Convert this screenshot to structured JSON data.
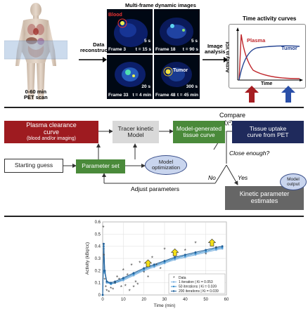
{
  "top": {
    "scan_label": "0-60 min\nPET scan",
    "reconstruction_label": "Data\nreconstruction",
    "multiframe_title": "Multi-frame dynamic images",
    "frames": [
      {
        "label": "Frame 3",
        "time": "t = 15 s",
        "duration": "5 s",
        "tag": "Blood"
      },
      {
        "label": "Frame 18",
        "time": "t = 90 s",
        "duration": "5 s",
        "tag": ""
      },
      {
        "label": "Frame 33",
        "time": "t = 4 min",
        "duration": "20 s",
        "tag": ""
      },
      {
        "label": "Frame 48",
        "time": "t = 45 min",
        "duration": "300 s",
        "tag": "Tumor"
      }
    ],
    "analysis_label": "Image\nanalysis",
    "tac_title": "Time activity curves",
    "tac_ylabel": "Activity in VOI",
    "tac_xlabel": "Time",
    "plasma_label": "Plasma",
    "tumor_label": "Tumor",
    "colors": {
      "plasma": "#c0282d",
      "tumor": "#1f3f8f",
      "panel_bg": "#000814"
    }
  },
  "middle": {
    "plasma_box": "Plasma clearance\ncurve",
    "plasma_sub": "(blood and/or imaging)",
    "tracer_box": "Tracer kinetic\nModel",
    "model_curve_box": "Model-generated\ntissue curve",
    "compare_label": "Compare",
    "compare_sub": "(χ²)",
    "tissue_box": "Tissue uptake\ncurve from PET",
    "starting_guess": "Starting guess",
    "parameter_set": "Parameter set",
    "model_opt": "Model\noptimization",
    "close_enough": "Close enough?",
    "no_label": "No",
    "yes_label": "Yes",
    "adjust_label": "Adjust parameters",
    "model_output": "Model\noutput",
    "kinetic_box": "Kinetic parameter\nestimates",
    "colors": {
      "red": "#9e1b20",
      "gray": "#d9d9d9",
      "green": "#4a8a3a",
      "navy": "#1f2a5c",
      "dark_gray": "#666666"
    }
  },
  "chart_data": {
    "type": "scatter",
    "xlabel": "Time (min)",
    "ylabel": "Activity (kBq/cc)",
    "xlim": [
      0,
      60
    ],
    "ylim": [
      0,
      0.6
    ],
    "xticks": [
      "0",
      "10",
      "20",
      "30",
      "40",
      "50",
      "60"
    ],
    "yticks": [
      "0",
      "0.1",
      "0.2",
      "0.3",
      "0.4",
      "0.5",
      "0.6"
    ],
    "grid": true,
    "legend_position": "bottom-right",
    "data_points": {
      "name": "Data",
      "x": [
        0.3,
        0.6,
        1.0,
        1.5,
        2.0,
        3,
        4,
        5,
        6,
        7,
        8,
        9,
        10,
        11,
        12,
        13,
        14,
        15,
        16,
        17,
        18,
        20,
        22,
        24,
        26,
        28,
        30,
        35,
        40,
        45,
        50,
        55
      ],
      "y": [
        0.55,
        0.32,
        0.12,
        0.06,
        0.03,
        0.02,
        0.05,
        0.04,
        0.09,
        0.14,
        0.12,
        0.06,
        0.2,
        0.07,
        0.16,
        0.03,
        0.24,
        0.06,
        0.1,
        0.08,
        0.26,
        0.18,
        0.14,
        0.3,
        0.24,
        0.21,
        0.37,
        0.33,
        0.36,
        0.42,
        0.33,
        0.38
      ]
    },
    "series": [
      {
        "name": "1 iteration | Ki = 0.053",
        "x": [
          0,
          0.5,
          1,
          2,
          4,
          6,
          10,
          15,
          20,
          25,
          30,
          35,
          40,
          45,
          50,
          55,
          58
        ],
        "y": [
          0,
          0.38,
          0.18,
          0.1,
          0.09,
          0.1,
          0.12,
          0.16,
          0.2,
          0.23,
          0.26,
          0.29,
          0.31,
          0.33,
          0.35,
          0.37,
          0.38
        ],
        "color": "#7fb3e0"
      },
      {
        "name": "50 iterations | Ki = 0.039",
        "x": [
          0,
          0.5,
          1,
          2,
          4,
          6,
          10,
          15,
          20,
          25,
          30,
          35,
          40,
          45,
          50,
          55,
          58
        ],
        "y": [
          0,
          0.4,
          0.19,
          0.11,
          0.09,
          0.1,
          0.13,
          0.17,
          0.21,
          0.24,
          0.27,
          0.3,
          0.32,
          0.34,
          0.36,
          0.38,
          0.39
        ],
        "color": "#3b8fcc"
      },
      {
        "name": "200 iterations | Ki = 0.039",
        "x": [
          0,
          0.5,
          1,
          2,
          4,
          6,
          10,
          15,
          20,
          25,
          30,
          35,
          40,
          45,
          50,
          55,
          58
        ],
        "y": [
          0,
          0.42,
          0.2,
          0.11,
          0.1,
          0.11,
          0.14,
          0.18,
          0.22,
          0.25,
          0.28,
          0.31,
          0.33,
          0.35,
          0.37,
          0.39,
          0.4
        ],
        "color": "#1f5f99"
      }
    ],
    "arrows_at_x": [
      22,
      35,
      53
    ]
  }
}
